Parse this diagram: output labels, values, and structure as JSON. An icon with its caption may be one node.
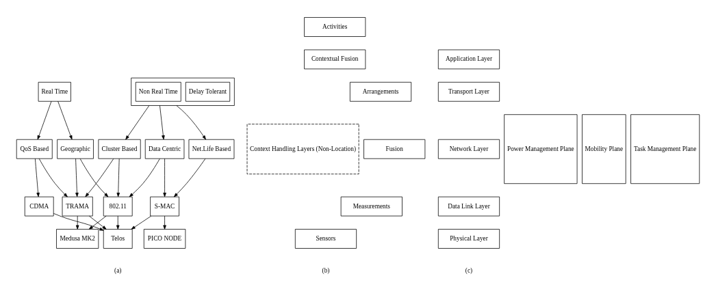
{
  "diagram": {
    "nodes": [
      {
        "text": [
          "Real Time"
        ]
      },
      {
        "text": [],
        "shape": "box"
      },
      {
        "text": [
          "Non Real Time"
        ],
        "in": 1
      },
      {
        "text": [
          "Delay Tolerant"
        ],
        "in": 1
      },
      {
        "text": [
          "QoS Based"
        ]
      },
      {
        "text": [
          "Geographic"
        ]
      },
      {
        "text": [
          "Cluster Based"
        ]
      },
      {
        "text": [
          "Data Centric"
        ]
      },
      {
        "text": [
          "Net.Life Based"
        ]
      },
      {
        "text": [
          "CDMA"
        ]
      },
      {
        "text": [
          "TRAMA"
        ]
      },
      {
        "text": [
          "802.11"
        ]
      },
      {
        "text": [
          "S-MAC"
        ]
      },
      {
        "text": [
          "Telos"
        ]
      },
      {
        "text": [
          "Medusa MK2"
        ]
      },
      {
        "text": [
          "PICO NODE"
        ]
      },
      {
        "text": [
          "Activities"
        ]
      },
      {
        "text": [
          "Contextual Fusion"
        ]
      },
      {
        "text": [
          "Context Handling Layers (Non-Location)"
        ]
      },
      {
        "text": [
          "Arrangements"
        ]
      },
      {
        "text": [
          "Fusion"
        ]
      },
      {
        "text": [
          "Measurements"
        ]
      },
      {
        "text": [
          "Sensors"
        ]
      },
      {
        "text": [
          "Application Layer"
        ]
      },
      {
        "text": [
          "Transport Layer"
        ]
      },
      {
        "text": [
          "Network Layer"
        ]
      },
      {
        "text": [
          "Data Link Layer"
        ]
      },
      {
        "text": [
          "Physical Layer"
        ]
      },
      {
        "text": [
          "Power Management Plane"
        ]
      },
      {
        "text": [
          "Mobility Plane"
        ]
      },
      {
        "text": [
          "Task Management Plane"
        ]
      }
    ],
    "edges": [
      {
        "from": 0,
        "to": 4,
        "arrow": "to"
      },
      {
        "from": 0,
        "to": 5,
        "arrow": "to"
      },
      {
        "from": 1,
        "to": 6,
        "arrow": "to"
      },
      {
        "from": 1,
        "to": 7,
        "arrow": "to"
      },
      {
        "from": 1,
        "to": 8,
        "arrow": "to"
      },
      {
        "from": 4,
        "to": 9,
        "arrow": "to"
      },
      {
        "from": 4,
        "to": 10,
        "arrow": "to"
      },
      {
        "from": 5,
        "to": 10,
        "arrow": "to"
      },
      {
        "from": 5,
        "to": 11,
        "arrow": "to"
      },
      {
        "from": 6,
        "to": 10,
        "arrow": "to"
      },
      {
        "from": 6,
        "to": 11,
        "arrow": "to"
      },
      {
        "from": 7,
        "to": 11,
        "arrow": "to"
      },
      {
        "from": 7,
        "to": 12,
        "arrow": "to"
      },
      {
        "from": 8,
        "to": 12,
        "arrow": "to"
      },
      {
        "from": 9,
        "to": 13,
        "arrow": "to"
      },
      {
        "from": 10,
        "to": 13,
        "arrow": "to"
      },
      {
        "from": 10,
        "to": 14,
        "arrow": "to"
      },
      {
        "from": 11,
        "to": 13,
        "arrow": "to"
      },
      {
        "from": 11,
        "to": 14,
        "arrow": "to"
      },
      {
        "from": 12,
        "to": 13,
        "arrow": "to"
      },
      {
        "from": 12,
        "to": 15,
        "arrow": "to"
      }
    ],
    "labels": [
      "(a)",
      "(b)",
      "(c)"
    ]
  }
}
